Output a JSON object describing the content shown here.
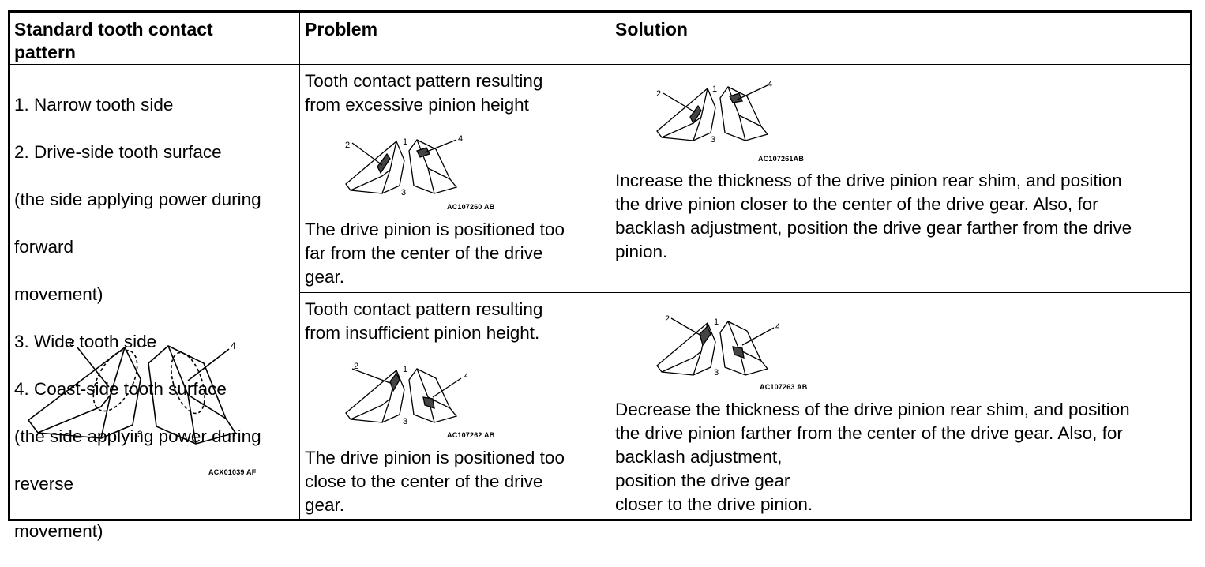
{
  "headers": {
    "col1": "Standard tooth contact\npattern",
    "col2": "Problem",
    "col3": "Solution"
  },
  "standard": {
    "lines": [
      "1. Narrow tooth side",
      "2. Drive-side tooth surface",
      "(the side applying power during",
      "forward",
      "movement)",
      "3. Wide tooth side",
      "4. Coast-side tooth surface",
      "(the side applying power during",
      "reverse",
      "movement)"
    ],
    "figure": {
      "code": "ACX01039 AF",
      "labels": [
        "1",
        "2",
        "3",
        "4"
      ]
    }
  },
  "rows": [
    {
      "problem_title": "Tooth contact pattern resulting\nfrom excessive pinion height",
      "problem_figure": {
        "code": "AC107260 AB",
        "labels": [
          "1",
          "2",
          "3",
          "4"
        ]
      },
      "problem_text": "The drive pinion is positioned too\nfar from the center of the drive\ngear.",
      "solution_figure": {
        "code": "AC107261AB",
        "labels": [
          "1",
          "2",
          "3",
          "4"
        ]
      },
      "solution_text": "Increase the thickness of the drive pinion rear shim, and position\nthe drive pinion closer to the center of the drive gear. Also, for\nbacklash adjustment, position the drive gear farther from the drive\npinion."
    },
    {
      "problem_title": "Tooth contact pattern resulting\nfrom insufficient pinion height.",
      "problem_figure": {
        "code": "AC107262 AB",
        "labels": [
          "1",
          "2",
          "3",
          "4"
        ]
      },
      "problem_text": "The drive pinion is positioned too\nclose to the center of the drive\ngear.",
      "solution_figure": {
        "code": "AC107263 AB",
        "labels": [
          "1",
          "2",
          "3",
          "4"
        ]
      },
      "solution_text": "Decrease the thickness of the drive pinion rear shim, and position\nthe drive pinion farther from the center of the drive gear. Also, for\nbacklash adjustment,\nposition the drive gear\ncloser to the drive pinion."
    }
  ]
}
